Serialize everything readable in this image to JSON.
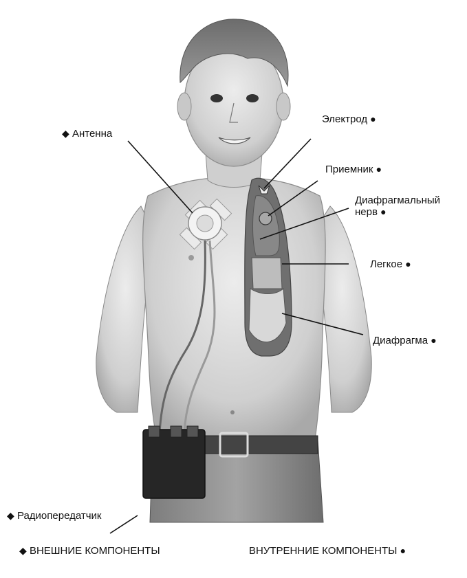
{
  "symbols": {
    "external": "◆",
    "internal": "●"
  },
  "labels": {
    "antenna": "Антенна",
    "electrode": "Электрод",
    "receiver": "Приемник",
    "phrenic_nerve_line1": "Диафрагмальный",
    "phrenic_nerve_line2": "нерв",
    "lung": "Легкое",
    "diaphragm": "Диафрагма",
    "transmitter": "Радиопередатчик"
  },
  "legend": {
    "external": "ВНЕШНИЕ КОМПОНЕНТЫ",
    "internal": "ВНУТРЕННИЕ КОМПОНЕНТЫ"
  },
  "colors": {
    "ink": "#111111",
    "skin": "#d9d9d9",
    "hair": "#8a8a8a"
  }
}
